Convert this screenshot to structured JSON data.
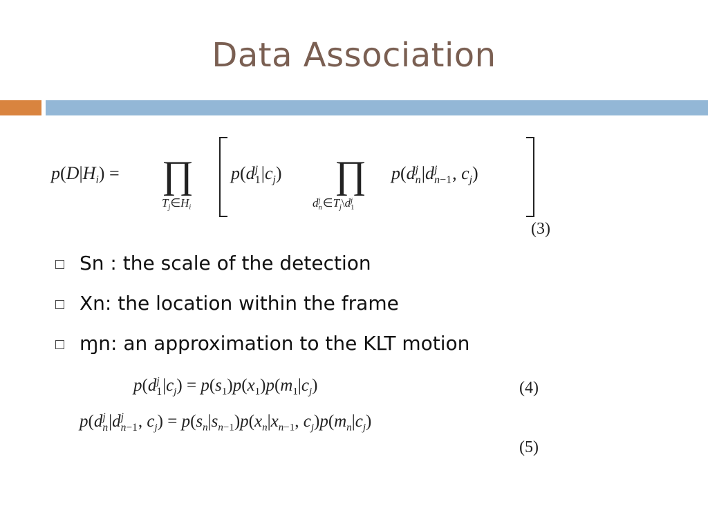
{
  "slide": {
    "title": "Data Association"
  },
  "equations": {
    "eq3_lhs": "p(D|Hi) =",
    "eq3_sum1_limit": "Tj∈Hi",
    "eq3_term1": "p(d1j|cj)",
    "eq3_sum2_limit": "dnj∈Tj\\d1j",
    "eq3_term2": "p(dnj|dn−1j, cj)",
    "eq3_number": "(3)",
    "eq4": "p(d1j|cj) = p(s1)p(x1)p(m1|cj)",
    "eq4_number": "(4)",
    "eq5": "p(dnj|dn−1j, cj) = p(sn|sn−1)p(xn|xn−1, cj)p(mn|cj)",
    "eq5_number": "(5)"
  },
  "bullets": [
    {
      "text": "Sn : the scale of the detection"
    },
    {
      "text": "Xn:  the location within the frame"
    },
    {
      "text": "ɱn: an approximation to the KLT motion"
    }
  ],
  "colors": {
    "title": "#7a5f52",
    "bar_orange": "#d9843f",
    "bar_blue": "#93b7d6"
  }
}
